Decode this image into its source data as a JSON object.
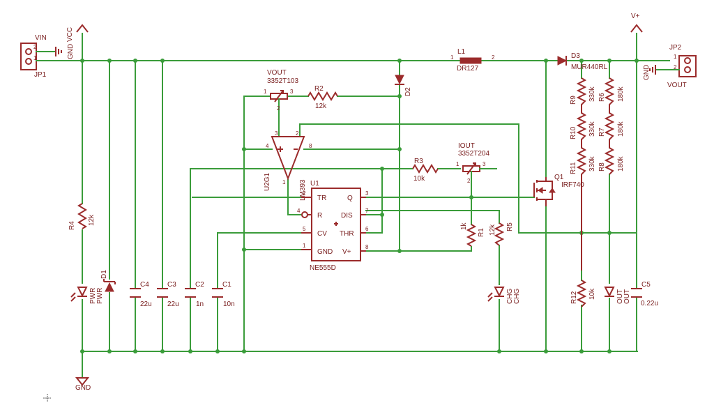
{
  "connectors": {
    "jp1": {
      "name": "JP1",
      "value": "VIN",
      "pins": [
        "2",
        "1"
      ],
      "gnd": "GND"
    },
    "jp2": {
      "name": "JP2",
      "value": "VOUT",
      "pins": [
        "1",
        "2"
      ],
      "gnd": "GND"
    }
  },
  "supplies": {
    "vcc": "VCC",
    "vplus": "V+",
    "gnd": "GND"
  },
  "inductor": {
    "name": "L1",
    "value": "DR127",
    "pin1": "1",
    "pin2": "2"
  },
  "diodes": {
    "d1": {
      "name": "D1"
    },
    "d2": {
      "name": "D2"
    },
    "d3": {
      "name": "D3",
      "value": "MUR440RL"
    }
  },
  "resistors": {
    "r1": {
      "name": "R1",
      "value": "1k"
    },
    "r2": {
      "name": "R2",
      "value": "12k"
    },
    "r3": {
      "name": "R3",
      "value": "10k"
    },
    "r4": {
      "name": "R4",
      "value": "12k"
    },
    "r5": {
      "name": "R5",
      "value": "12k"
    },
    "r6": {
      "name": "R6",
      "value": "180k"
    },
    "r7": {
      "name": "R7",
      "value": "180k"
    },
    "r8": {
      "name": "R8",
      "value": "180k"
    },
    "r9": {
      "name": "R9",
      "value": "330k"
    },
    "r10": {
      "name": "R10",
      "value": "330k"
    },
    "r11": {
      "name": "R11",
      "value": "330k"
    },
    "r12": {
      "name": "R12",
      "value": "10k"
    }
  },
  "capacitors": {
    "c1": {
      "name": "C1",
      "value": "10n"
    },
    "c2": {
      "name": "C2",
      "value": "1n"
    },
    "c3": {
      "name": "C3",
      "value": "22u"
    },
    "c4": {
      "name": "C4",
      "value": "22u"
    },
    "c5": {
      "name": "C5",
      "value": "0.22u"
    }
  },
  "trimmers": {
    "vout": {
      "name": "VOUT",
      "value": "3352T103",
      "p1": "1",
      "p2": "2",
      "p3": "3"
    },
    "iout": {
      "name": "IOUT",
      "value": "3352T204",
      "p1": "1",
      "p2": "2",
      "p3": "3"
    }
  },
  "leds": {
    "pwr": {
      "name": "PWR",
      "value": "PWR"
    },
    "chg": {
      "name": "CHG",
      "value": "CHG"
    },
    "out": {
      "name": "OUT",
      "value": "OUT"
    }
  },
  "comparator": {
    "name": "U2G1",
    "value": "LM393",
    "pin1": "1",
    "pin2": "2",
    "pin3": "3",
    "pin4": "4",
    "pin8": "8"
  },
  "timer": {
    "name": "U1",
    "value": "NE555D",
    "left_pins": [
      {
        "label": "TR",
        "num": "2"
      },
      {
        "label": "R",
        "num": "4"
      },
      {
        "label": "CV",
        "num": "5"
      },
      {
        "label": "GND",
        "num": "1"
      }
    ],
    "right_pins": [
      {
        "label": "Q",
        "num": "3"
      },
      {
        "label": "DIS",
        "num": "7"
      },
      {
        "label": "THR",
        "num": "6"
      },
      {
        "label": "V+",
        "num": "8"
      }
    ]
  },
  "mosfet": {
    "name": "Q1",
    "value": "IRF740"
  },
  "colors": {
    "wire": "#3a9c3a",
    "component": "#9b2b2b",
    "text": "#7a2020"
  }
}
